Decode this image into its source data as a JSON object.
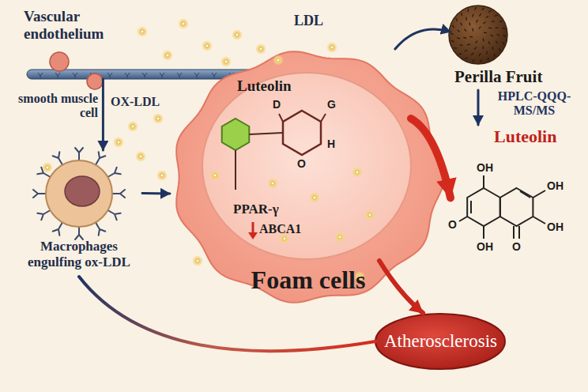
{
  "diagram": {
    "nodes": [
      {
        "text": [
          "Vascular endothelium"
        ]
      },
      {
        "text": [
          "Macrophages engulfing ox-LDL"
        ]
      },
      {
        "text": [
          "Foam cells"
        ]
      },
      {
        "text": [
          "Luteolin",
          "PPAR-γ",
          "ABCA1"
        ],
        "in": 2
      },
      {
        "text": [
          "Perilla Fruit"
        ]
      },
      {
        "text": [
          "Luteolin"
        ]
      },
      {
        "text": [
          "Atherosclerosis"
        ]
      }
    ],
    "edges": [
      {
        "from": 0,
        "to": 1,
        "arrow": "to",
        "label": "smooth muscle cell"
      },
      {
        "from": 1,
        "to": 2,
        "arrow": "to"
      },
      {
        "from": 2,
        "to": 4,
        "arrow": "to"
      },
      {
        "from": 4,
        "to": 5,
        "arrow": "to",
        "label": "HPLC-QQQ-MS/MS"
      },
      {
        "from": 3,
        "to": 5,
        "arrow": "to"
      },
      {
        "from": 3,
        "to": 6,
        "arrow": "to"
      },
      {
        "from": 1,
        "to": 6,
        "arrow": "none"
      }
    ],
    "labels": [
      "LDL",
      "OX-LDL",
      "D",
      "G",
      "H",
      "O",
      "OH",
      "OH",
      "OH",
      "O",
      "O",
      "OH"
    ]
  }
}
